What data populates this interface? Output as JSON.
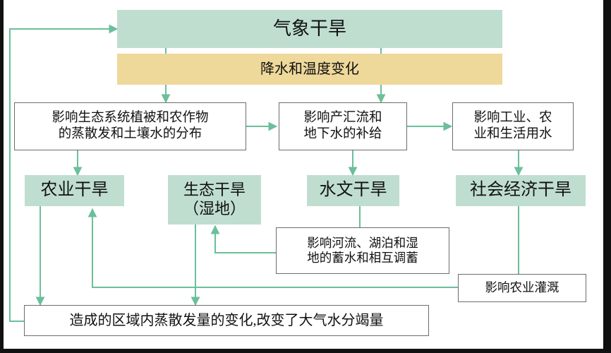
{
  "diagram": {
    "title_text": "气象干旱",
    "band_text": "降水和温度变化",
    "processes": {
      "eco_veg_crop": "影响生态系统植被和农作物\n的蒸散发和土壤水的分布",
      "runoff_groundwater": "影响产汇流和\n地下水的补给",
      "industry_agri_life": "影响工业、农\n业和生活用水",
      "rivers_lakes_wetland": "影响河流、湖泊和湿\n地的蓄水和相互调蓄",
      "agri_irrigation": "影响农业灌溉",
      "regional_et_change": "造成的区域内蒸散发量的变化,改变了大气水分竭量"
    },
    "categories": {
      "agricultural": "农业干旱",
      "ecological": "生态干旱\n（湿地）",
      "hydrological": "水文干旱",
      "socioeconomic": "社会经济干旱"
    },
    "colors": {
      "category_fill": "#bfded0",
      "band_fill": "#eed89a",
      "connector": "#6bbf9a",
      "box_border": "#6d6d6d",
      "text": "#111111"
    }
  }
}
